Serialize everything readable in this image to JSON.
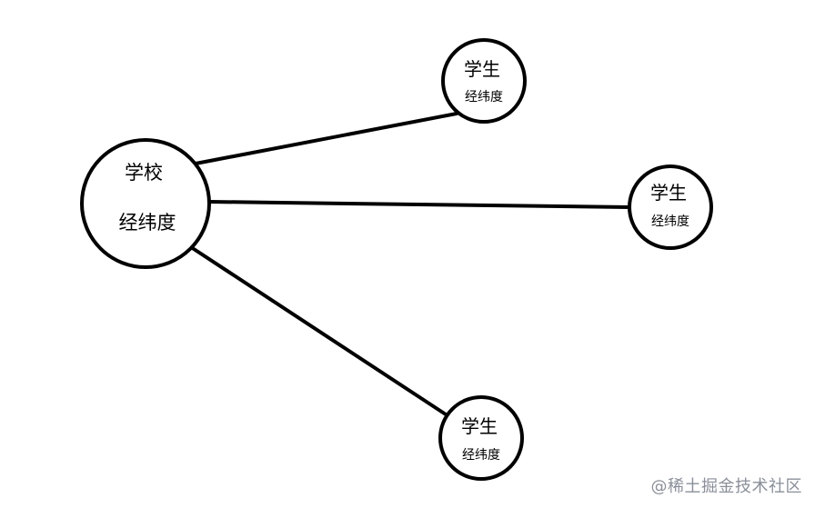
{
  "diagram": {
    "school": {
      "title": "学校",
      "subtitle": "经纬度"
    },
    "students": [
      {
        "title": "学生",
        "subtitle": "经纬度"
      },
      {
        "title": "学生",
        "subtitle": "经纬度"
      },
      {
        "title": "学生",
        "subtitle": "经纬度"
      }
    ],
    "colors": {
      "stroke": "#000000",
      "fill": "#ffffff",
      "watermark": "#8a8f99"
    }
  },
  "watermark": {
    "text": "@稀土掘金技术社区"
  }
}
